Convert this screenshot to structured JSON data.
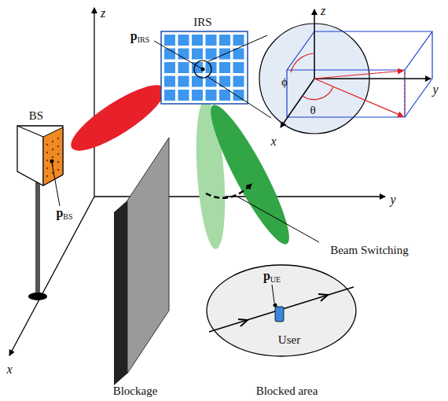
{
  "diagram": {
    "nodes": [
      {
        "text": [
          "IRS",
          "pIRS"
        ]
      },
      {
        "text": [
          "BS",
          "pBS"
        ]
      },
      {
        "text": [
          "Blockage"
        ]
      },
      {
        "text": [
          "Blocked area"
        ]
      },
      {
        "text": [
          "pUE",
          "User"
        ],
        "in": 3
      }
    ],
    "labels": [
      "z",
      "z",
      "ϕ",
      "θ",
      "y",
      "x",
      "y",
      "Beam Switching",
      "x"
    ]
  }
}
